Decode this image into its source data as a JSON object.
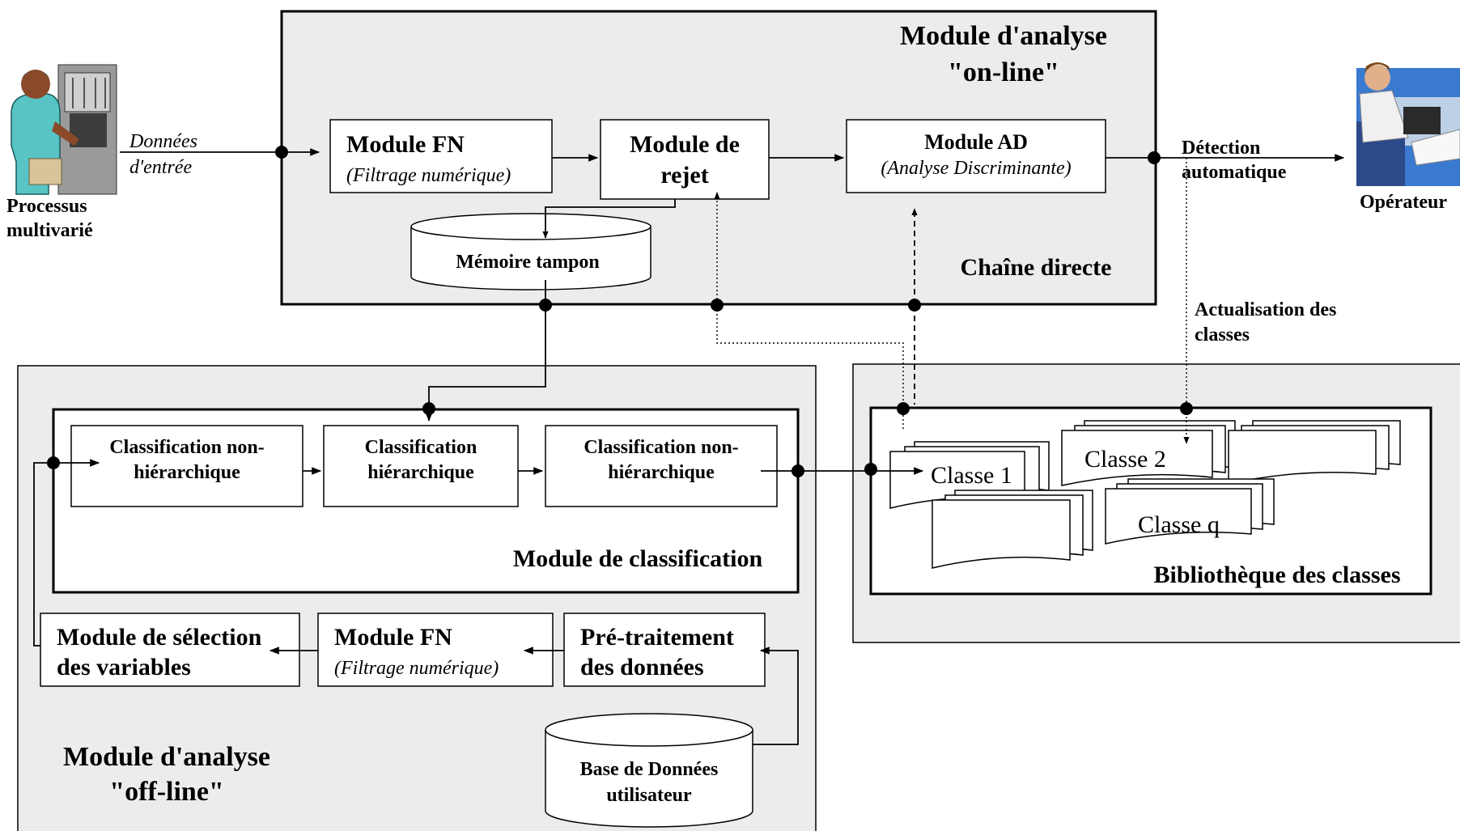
{
  "online": {
    "title_line1": "Module d'analyse",
    "title_line2": "\"on-line\"",
    "chain_label": "Chaîne directe",
    "fn_title": "Module FN",
    "fn_subtitle": "(Filtrage numérique)",
    "rejet_line1": "Module de",
    "rejet_line2": "rejet",
    "ad_title": "Module AD",
    "ad_subtitle": "(Analyse Discriminante)",
    "buffer_label": "Mémoire tampon"
  },
  "process": {
    "label_line1": "Processus",
    "label_line2": "multivarié",
    "input_line1": "Données",
    "input_line2": "d'entrée"
  },
  "operator": {
    "label": "Opérateur",
    "detection_line1": "Détection",
    "detection_line2": "automatique",
    "update_line1": "Actualisation des",
    "update_line2": "classes"
  },
  "offline": {
    "title_line1": "Module d'analyse",
    "title_line2": "\"off-line\"",
    "classification_module_label": "Module de classification",
    "class_nh1_line1": "Classification non-",
    "class_nh1_line2": "hiérarchique",
    "class_h_line1": "Classification",
    "class_h_line2": "hiérarchique",
    "class_nh2_line1": "Classification non-",
    "class_nh2_line2": "hiérarchique",
    "selection_line1": "Module de sélection",
    "selection_line2": "des variables",
    "fn2_title": "Module FN",
    "fn2_subtitle": "(Filtrage numérique)",
    "pretraitement_line1": "Pré-traitement",
    "pretraitement_line2": "des données",
    "db_line1": "Base de Données",
    "db_line2": "utilisateur"
  },
  "library": {
    "label": "Bibliothèque des classes",
    "class1": "Classe 1",
    "class2": "Classe 2",
    "classq": "Classe q"
  },
  "colors": {
    "panel_fill": "#ececec",
    "box_fill": "#ffffff",
    "stroke": "#000000"
  }
}
